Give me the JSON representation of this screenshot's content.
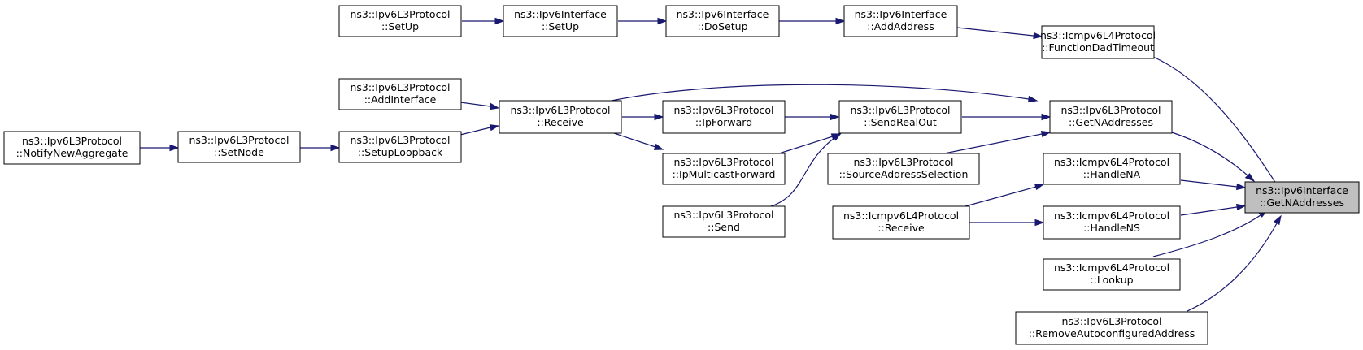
{
  "graph": {
    "colors": {
      "edge": "#191970",
      "focus_fill": "#bfbfbf",
      "node_fill": "#ffffff",
      "border": "#000000"
    },
    "nodes": {
      "getnaddresses": {
        "line1": "ns3::Ipv6Interface",
        "line2": "::GetNAddresses"
      },
      "functiondadtimeout": {
        "line1": "ns3::Icmpv6L4Protocol",
        "line2": "::FunctionDadTimeout"
      },
      "addaddress": {
        "line1": "ns3::Ipv6Interface",
        "line2": "::AddAddress"
      },
      "dosetup": {
        "line1": "ns3::Ipv6Interface",
        "line2": "::DoSetup"
      },
      "iface_setup": {
        "line1": "ns3::Ipv6Interface",
        "line2": "::SetUp"
      },
      "l3_setup": {
        "line1": "ns3::Ipv6L3Protocol",
        "line2": "::SetUp"
      },
      "l3_getnaddresses": {
        "line1": "ns3::Ipv6L3Protocol",
        "line2": "::GetNAddresses"
      },
      "sendrealout": {
        "line1": "ns3::Ipv6L3Protocol",
        "line2": "::SendRealOut"
      },
      "ipforward": {
        "line1": "ns3::Ipv6L3Protocol",
        "line2": "::IpForward"
      },
      "l3_receive": {
        "line1": "ns3::Ipv6L3Protocol",
        "line2": "::Receive"
      },
      "addinterface": {
        "line1": "ns3::Ipv6L3Protocol",
        "line2": "::AddInterface"
      },
      "setuploopback": {
        "line1": "ns3::Ipv6L3Protocol",
        "line2": "::SetupLoopback"
      },
      "setnode": {
        "line1": "ns3::Ipv6L3Protocol",
        "line2": "::SetNode"
      },
      "notifynewaggregate": {
        "line1": "ns3::Ipv6L3Protocol",
        "line2": "::NotifyNewAggregate"
      },
      "ipmulticastforward": {
        "line1": "ns3::Ipv6L3Protocol",
        "line2": "::IpMulticastForward"
      },
      "send": {
        "line1": "ns3::Ipv6L3Protocol",
        "line2": "::Send"
      },
      "sourceaddressselection": {
        "line1": "ns3::Ipv6L3Protocol",
        "line2": "::SourceAddressSelection"
      },
      "handlena": {
        "line1": "ns3::Icmpv6L4Protocol",
        "line2": "::HandleNA"
      },
      "icmp_receive": {
        "line1": "ns3::Icmpv6L4Protocol",
        "line2": "::Receive"
      },
      "handlens": {
        "line1": "ns3::Icmpv6L4Protocol",
        "line2": "::HandleNS"
      },
      "lookup": {
        "line1": "ns3::Icmpv6L4Protocol",
        "line2": "::Lookup"
      },
      "removeautoconfigured": {
        "line1": "ns3::Ipv6L3Protocol",
        "line2": "::RemoveAutoconfiguredAddress"
      }
    }
  }
}
